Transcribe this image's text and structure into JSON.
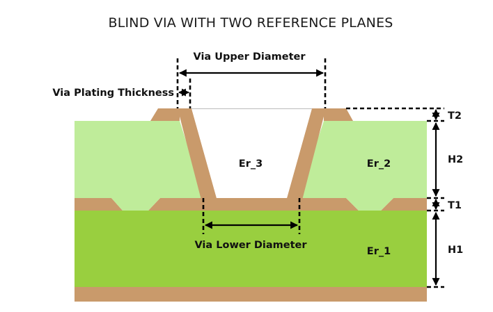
{
  "title": "BLIND VIA WITH TWO REFERENCE PLANES",
  "labels": {
    "via_upper_diameter": "Via Upper Diameter",
    "via_plating_thickness": "Via Plating Thickness",
    "via_lower_diameter": "Via Lower Diameter",
    "er_1": "Er_1",
    "er_2": "Er_2",
    "er_3": "Er_3",
    "t1": "T1",
    "t2": "T2",
    "h1": "H1",
    "h2": "H2"
  },
  "colors": {
    "copper": "#c99a6b",
    "dielectric_upper": "#bfec9a",
    "dielectric_lower": "#99cf3f",
    "via_fill": "#ffffff",
    "dimension": "#000000"
  }
}
